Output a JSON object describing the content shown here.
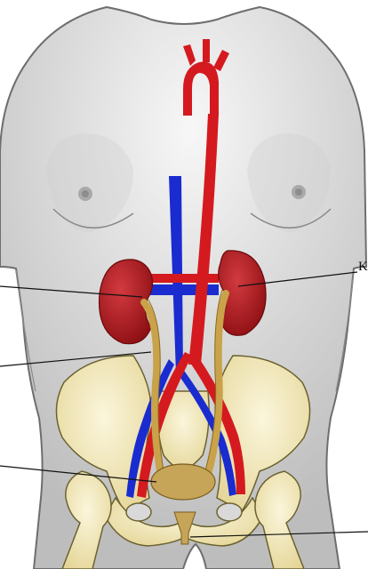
{
  "labels": {
    "kidney_right_label": "K"
  },
  "colors": {
    "skin": "#d9d9d9",
    "skin_shadow": "#b8b8b8",
    "body_outline": "#6e6e6e",
    "artery": "#d41a1f",
    "vein": "#1a2bd0",
    "kidney": "#a5171b",
    "ureter": "#c9a24a",
    "bone": "#f1e7b4",
    "bladder": "#c6a458",
    "leader_line": "#111111"
  },
  "icons": {
    "body_silhouette": "female-torso",
    "organs": [
      "kidney",
      "kidney",
      "ureter",
      "ureter",
      "bladder",
      "urethra",
      "aorta",
      "vena-cava",
      "pelvis"
    ]
  }
}
